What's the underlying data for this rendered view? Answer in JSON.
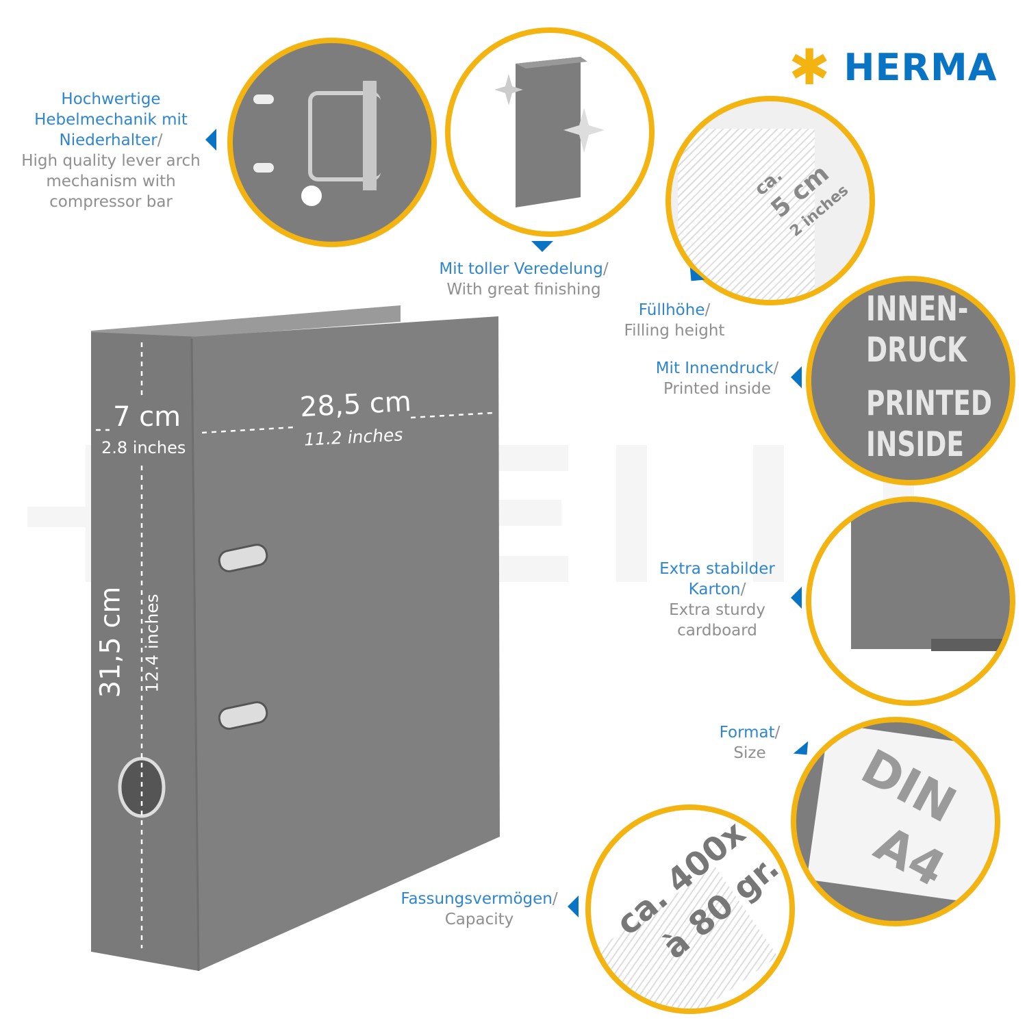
{
  "brand": {
    "name": "HERMA",
    "star_color": "#f3b311",
    "text_color": "#0a74c4"
  },
  "colors": {
    "accent_yellow": "#f3b311",
    "label_blue": "#2f86cc",
    "label_gray": "#8f8f8f",
    "binder_gray": "#7d7d7d"
  },
  "dimensions": {
    "depth_cm": "7 cm",
    "depth_in": "2.8 inches",
    "width_cm": "28,5 cm",
    "width_in": "11.2 inches",
    "height_cm": "31,5 cm",
    "height_in": "12.4 inches"
  },
  "features": [
    {
      "de_lines": [
        "Hochwertige",
        "Hebelmechanik mit",
        "Niederhalter"
      ],
      "en_lines": [
        "High quality lever arch",
        "mechanism with",
        "compressor bar"
      ]
    },
    {
      "de_lines": [
        "Mit toller Veredelung"
      ],
      "en_lines": [
        "With great finishing"
      ]
    },
    {
      "de_lines": [
        "Füllhöhe"
      ],
      "en_lines": [
        "Filling height"
      ],
      "circle_text": [
        "ca.",
        "5 cm",
        "2 inches"
      ]
    },
    {
      "de_lines": [
        "Mit Innendruck"
      ],
      "en_lines": [
        "Printed inside"
      ],
      "circle_text": [
        "INNEN-",
        "DRUCK",
        "PRINTED",
        "INSIDE"
      ]
    },
    {
      "de_lines": [
        "Extra stabilder",
        "Karton"
      ],
      "en_lines": [
        "Extra sturdy",
        "cardboard"
      ]
    },
    {
      "de_lines": [
        "Format"
      ],
      "en_lines": [
        "Size"
      ],
      "circle_text": [
        "DIN",
        "A4"
      ]
    },
    {
      "de_lines": [
        "Fassungsvermögen"
      ],
      "en_lines": [
        "Capacity"
      ],
      "circle_text": [
        "ca. 400x",
        "à 80 gr."
      ]
    }
  ],
  "slash": "/"
}
